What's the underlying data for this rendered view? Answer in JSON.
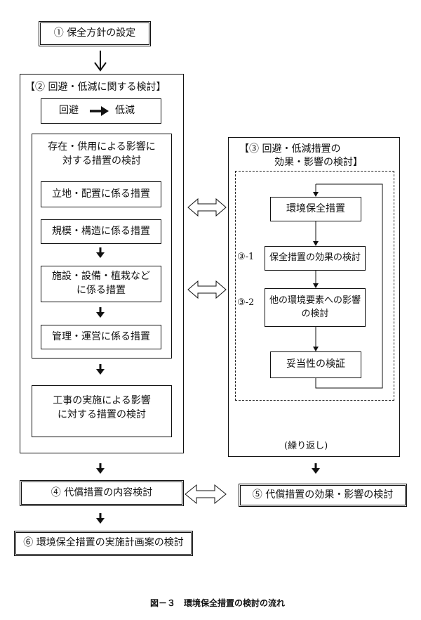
{
  "policy": "① 保全方針の設定",
  "avoid_reduce_review": {
    "title": "【② 回避・低減に関する検討】",
    "avoid": "回避",
    "reduce": "低減",
    "existence": {
      "title": [
        "存在・供用による影響に",
        "対する措置の検討"
      ],
      "measures": {
        "location": "立地・配置に係る措置",
        "scale": "規模・構造に係る措置",
        "facility": [
          "施設・設備・植栽など",
          "に係る措置"
        ],
        "management": "管理・運営に係る措置"
      }
    },
    "construction": [
      "工事の実施による影響",
      "に対する措置の検討"
    ]
  },
  "effect_review": {
    "title": [
      "【③ 回避・低減措置の",
      "効果・影響の検討】"
    ],
    "measure": "環境保全措置",
    "step1": {
      "label": "③-1",
      "text": "保全措置の効果の検討"
    },
    "step2": {
      "label": "③-2",
      "text": [
        "他の環境要素への影響",
        "の検討"
      ]
    },
    "validity": "妥当性の検証",
    "repeat": "(繰り返し)"
  },
  "compensation": "④ 代償措置の内容検討",
  "compensation_effect": "⑤ 代償措置の効果・影響の検討",
  "plan": "⑥ 環境保全措置の実施計画案の検討",
  "caption": "図－３　環境保全措置の検討の流れ"
}
